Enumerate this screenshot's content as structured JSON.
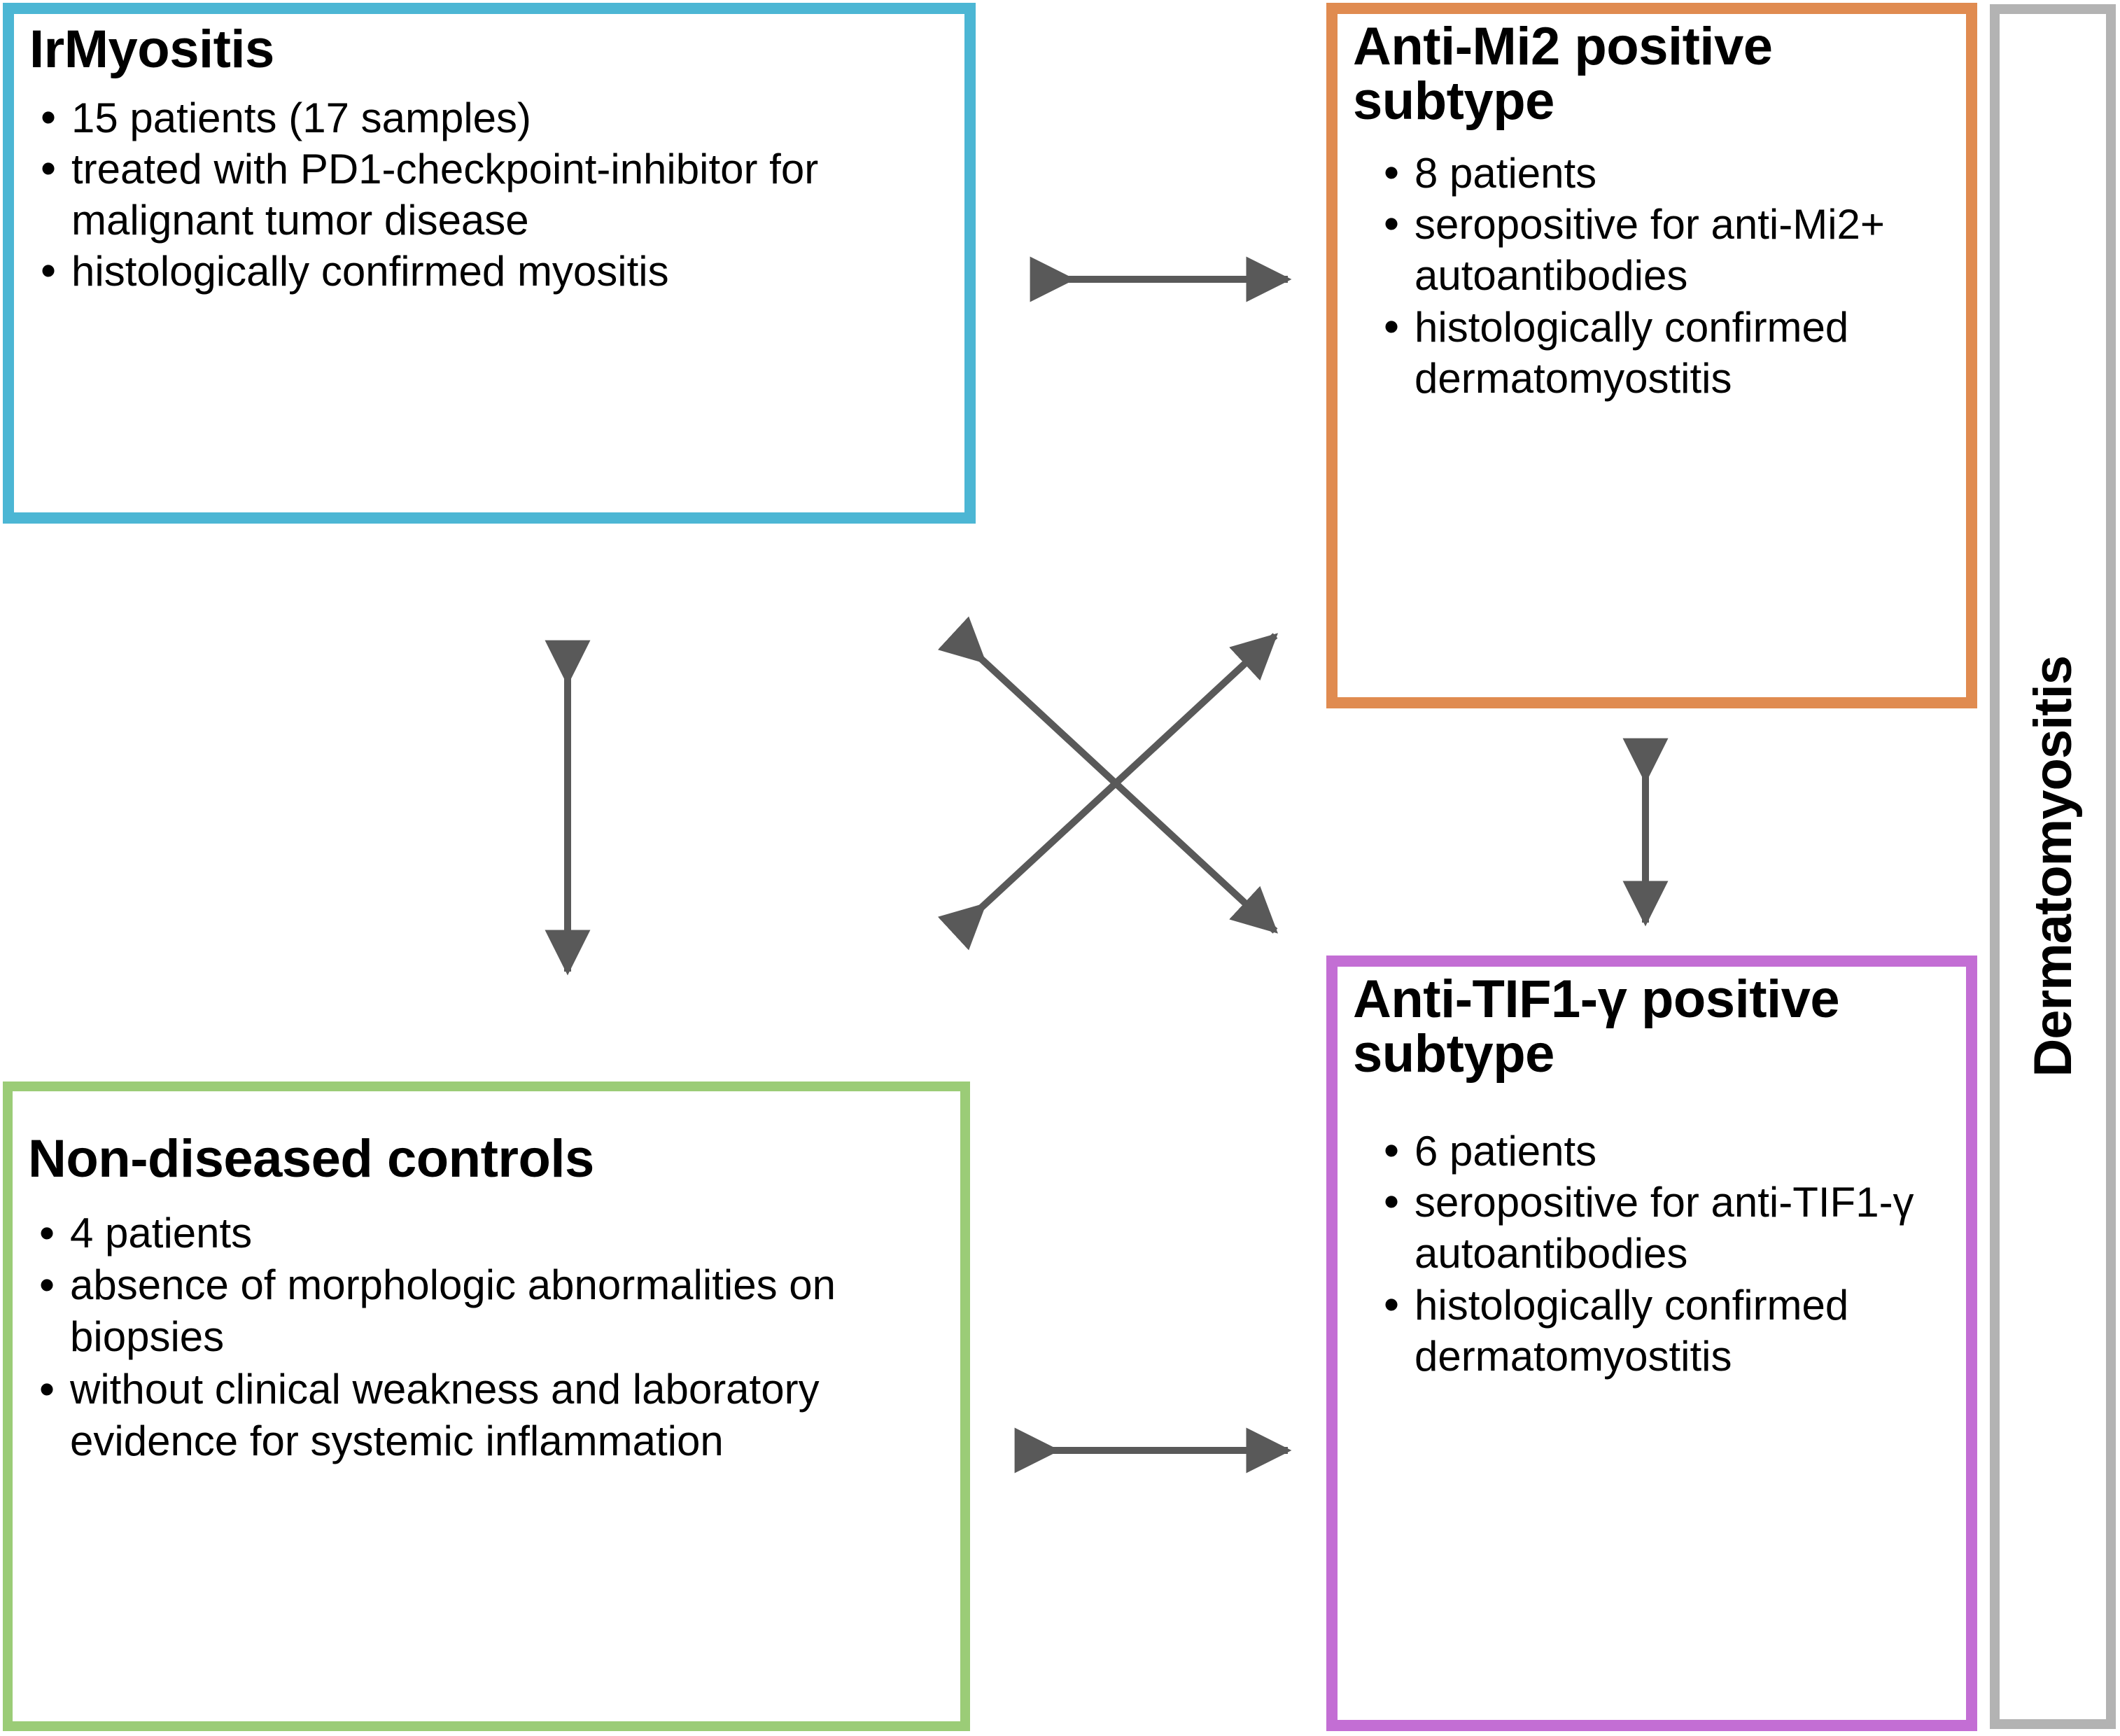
{
  "diagram": {
    "title": "Study cohort overview diagram",
    "colors": {
      "irmyositis_border": "#4CB6D4",
      "antimi2_border": "#E08B50",
      "controls_border": "#9BCC77",
      "antitif1_border": "#C36ED4",
      "group_border": "#B3B3B3",
      "arrow": "#595959",
      "text": "#000000",
      "background": "#FFFFFF"
    },
    "boxes": [
      {
        "id": "irmyositis",
        "title": "IrMyositis",
        "bullets": [
          "15 patients (17 samples)",
          "treated with PD1-checkpoint-inhibitor for malignant tumor disease",
          "histologically confirmed myositis"
        ]
      },
      {
        "id": "antimi2",
        "title": "Anti-Mi2 positive subtype",
        "bullets": [
          "8 patients",
          "seropositive for anti-Mi2+ autoantibodies",
          "histologically confirmed dermatomyostitis"
        ]
      },
      {
        "id": "controls",
        "title": "Non-diseased controls",
        "bullets": [
          "4 patients",
          "absence of morphologic abnormalities on biopsies",
          "without clinical weakness and laboratory evidence for systemic inflammation"
        ]
      },
      {
        "id": "antitif1",
        "title": "Anti-TIF1-γ positive subtype",
        "bullets": [
          "6 patients",
          "seropositive for anti-TIF1-γ autoantibodies",
          "histologically confirmed dermatomyostitis"
        ]
      }
    ],
    "group_label": "Dermatomyositis",
    "connectors": [
      {
        "id": "irmyositis-antimi2",
        "style": "double-headed",
        "orientation": "horizontal"
      },
      {
        "id": "irmyositis-controls",
        "style": "double-headed",
        "orientation": "vertical"
      },
      {
        "id": "antimi2-antitif1",
        "style": "double-headed",
        "orientation": "vertical"
      },
      {
        "id": "controls-antitif1",
        "style": "double-headed",
        "orientation": "horizontal"
      },
      {
        "id": "irmyositis-antitif1",
        "style": "double-headed",
        "orientation": "diagonal-down-right"
      },
      {
        "id": "controls-antimi2",
        "style": "double-headed",
        "orientation": "diagonal-up-right"
      }
    ]
  }
}
